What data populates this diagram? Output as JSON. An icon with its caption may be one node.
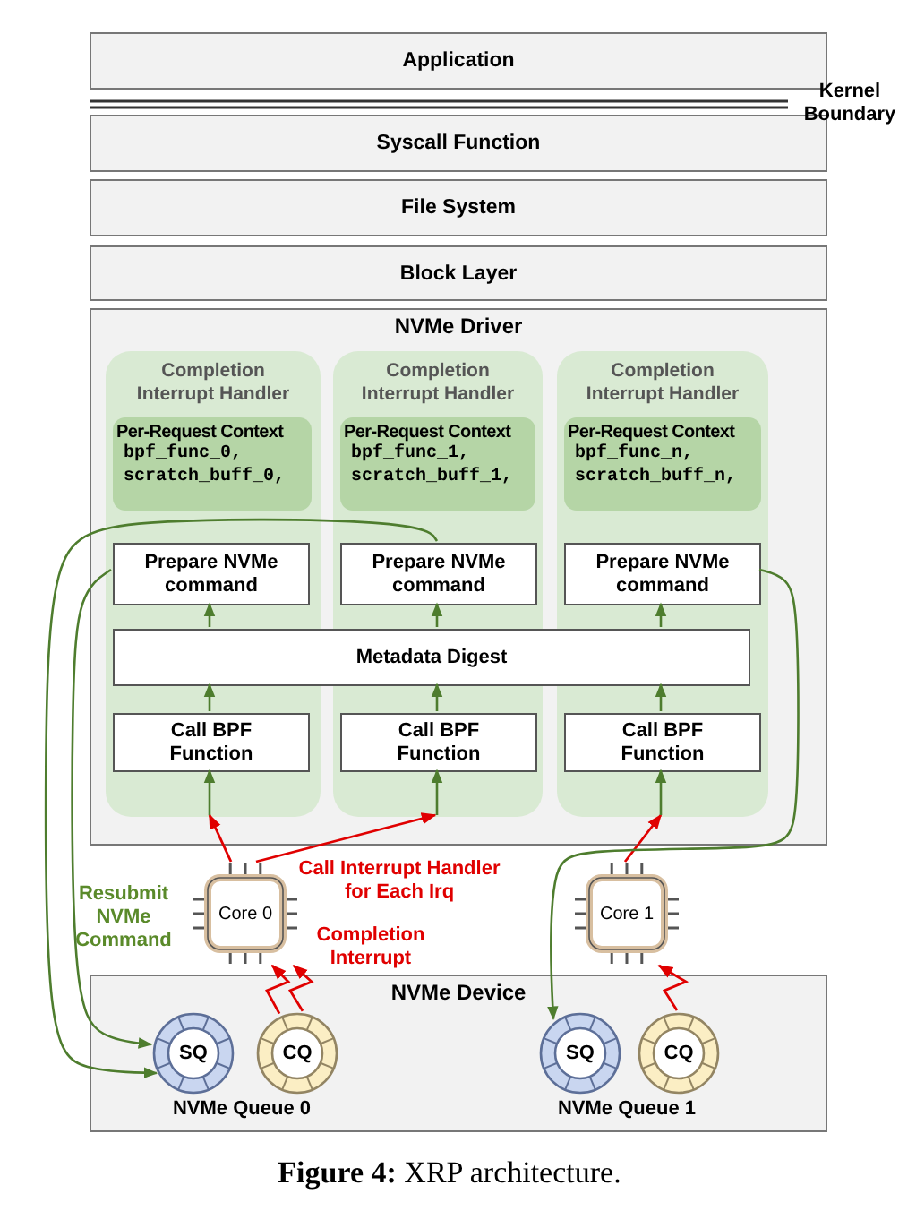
{
  "diagram": {
    "caption": "**Figure 4:** XRP architecture.",
    "nodes": [
      {
        "text": [
          "Application"
        ]
      },
      {
        "text": [
          "Syscall Function"
        ]
      },
      {
        "text": [
          "File System"
        ]
      },
      {
        "text": [
          "Block Layer"
        ]
      },
      {
        "text": [
          "NVMe Driver"
        ]
      },
      {
        "text": [
          "Completion Interrupt Handler"
        ],
        "in": 4
      },
      {
        "text": [
          "Per-Request Context",
          "bpf_func_0, scratch_buff_0,"
        ],
        "in": 5
      },
      {
        "text": [
          "Prepare NVMe command"
        ],
        "in": 5
      },
      {
        "text": [
          "Call BPF Function"
        ],
        "in": 5
      },
      {
        "text": [
          "Completion Interrupt Handler"
        ],
        "in": 4
      },
      {
        "text": [
          "Per-Request Context",
          "bpf_func_1, scratch_buff_1,"
        ],
        "in": 9
      },
      {
        "text": [
          "Prepare NVMe command"
        ],
        "in": 9
      },
      {
        "text": [
          "Call BPF Function"
        ],
        "in": 9
      },
      {
        "text": [
          "Completion Interrupt Handler"
        ],
        "in": 4
      },
      {
        "text": [
          "Per-Request Context",
          "bpf_func_n, scratch_buff_n,"
        ],
        "in": 13
      },
      {
        "text": [
          "Prepare NVMe command"
        ],
        "in": 13
      },
      {
        "text": [
          "Call BPF Function"
        ],
        "in": 13
      },
      {
        "text": [
          "Metadata Digest"
        ],
        "in": 4
      },
      {
        "text": [
          "Core 0"
        ]
      },
      {
        "text": [
          "Core 1"
        ]
      },
      {
        "text": [
          "NVMe Device"
        ]
      },
      {
        "text": [
          "SQ"
        ],
        "in": 20
      },
      {
        "text": [
          "CQ"
        ],
        "in": 20
      },
      {
        "text": [
          "SQ"
        ],
        "in": 20
      },
      {
        "text": [
          "CQ"
        ],
        "in": 20
      }
    ],
    "edges": [
      {
        "from": 8,
        "to": 17,
        "arrow": "to"
      },
      {
        "from": 12,
        "to": 17,
        "arrow": "to"
      },
      {
        "from": 16,
        "to": 17,
        "arrow": "to"
      },
      {
        "from": 17,
        "to": 7,
        "arrow": "to"
      },
      {
        "from": 17,
        "to": 11,
        "arrow": "to"
      },
      {
        "from": 17,
        "to": 15,
        "arrow": "to"
      },
      {
        "from": 18,
        "to": 5,
        "arrow": "to",
        "color": "#e00000"
      },
      {
        "from": 18,
        "to": 9,
        "arrow": "to",
        "color": "#e00000"
      },
      {
        "from": 19,
        "to": 13,
        "arrow": "to",
        "color": "#e00000"
      },
      {
        "from": 5,
        "to": 8,
        "arrow": "to"
      },
      {
        "from": 9,
        "to": 12,
        "arrow": "to"
      },
      {
        "from": 13,
        "to": 16,
        "arrow": "to"
      },
      {
        "from": 22,
        "to": 18,
        "arrow": "to",
        "color": "#e00000"
      },
      {
        "from": 22,
        "to": 18,
        "arrow": "to",
        "color": "#e00000"
      },
      {
        "from": 24,
        "to": 19,
        "arrow": "to",
        "color": "#e00000"
      },
      {
        "from": 7,
        "to": 21,
        "arrow": "to"
      },
      {
        "from": 11,
        "to": 21,
        "arrow": "to"
      },
      {
        "from": 15,
        "to": 23,
        "arrow": "to"
      }
    ],
    "labels": [
      "Kernel Boundary",
      "Resubmit NVMe Command",
      "Call Interrupt Handler for Each Irq",
      "Completion Interrupt",
      "NVMe Queue 0",
      "NVMe Queue 1"
    ]
  }
}
